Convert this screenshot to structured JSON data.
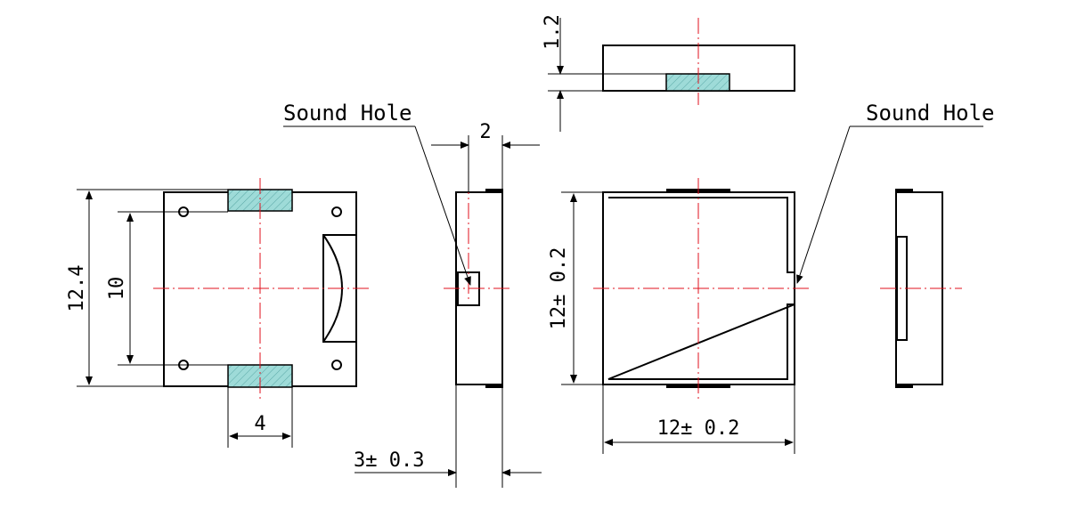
{
  "labels": {
    "sound_hole_left": "Sound Hole",
    "sound_hole_right": "Sound Hole"
  },
  "dimensions": {
    "overall_height": "12.4",
    "pad_pitch": "10",
    "pad_width": "4",
    "side_offset": "2",
    "thickness": "3± 0.3",
    "top_pad_height": "1.2",
    "body_height": "12± 0.2",
    "body_width": "12± 0.2"
  },
  "colors": {
    "outline": "#000000",
    "centerline": "#e0101e",
    "pad_fill": "#9edbd8"
  }
}
